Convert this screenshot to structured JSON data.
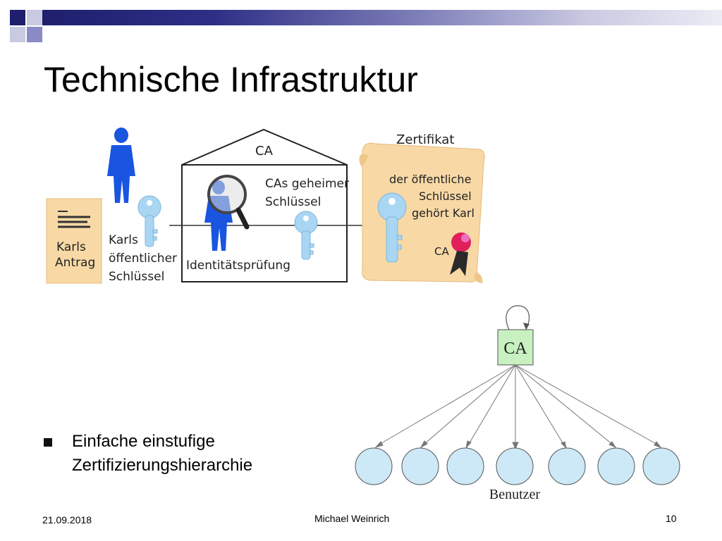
{
  "slide": {
    "title": "Technische Infrastruktur",
    "bullet": "Einfache einstufige Zertifizierungshierarchie",
    "footer": {
      "date": "21.09.2018",
      "author": "Michael Weinrich",
      "page": "10"
    }
  },
  "illustration": {
    "ca_house_label": "CA",
    "request_line1": "Karls",
    "request_line2": "Antrag",
    "karl_key_line1": "Karls",
    "karl_key_line2": "öffentlicher",
    "karl_key_line3": "Schlüssel",
    "ca_secret_line1": "CAs geheimer",
    "ca_secret_line2": "Schlüssel",
    "identity_check": "Identitätsprüfung",
    "certificate_title": "Zertifikat",
    "certificate_line1": "der öffentliche",
    "certificate_line2": "Schlüssel",
    "certificate_line3": "gehört Karl",
    "certificate_seal_label": "CA",
    "colors": {
      "person": "#1a55e0",
      "key": "#a9d6f2",
      "paper": "#f8d9a6",
      "seal": "#e0205a"
    }
  },
  "hierarchy": {
    "root_label": "CA",
    "users_label": "Benutzer",
    "user_count": 7,
    "colors": {
      "root_fill": "#c8f0c0",
      "user_fill": "#cde9f7",
      "edge": "#777777"
    }
  }
}
